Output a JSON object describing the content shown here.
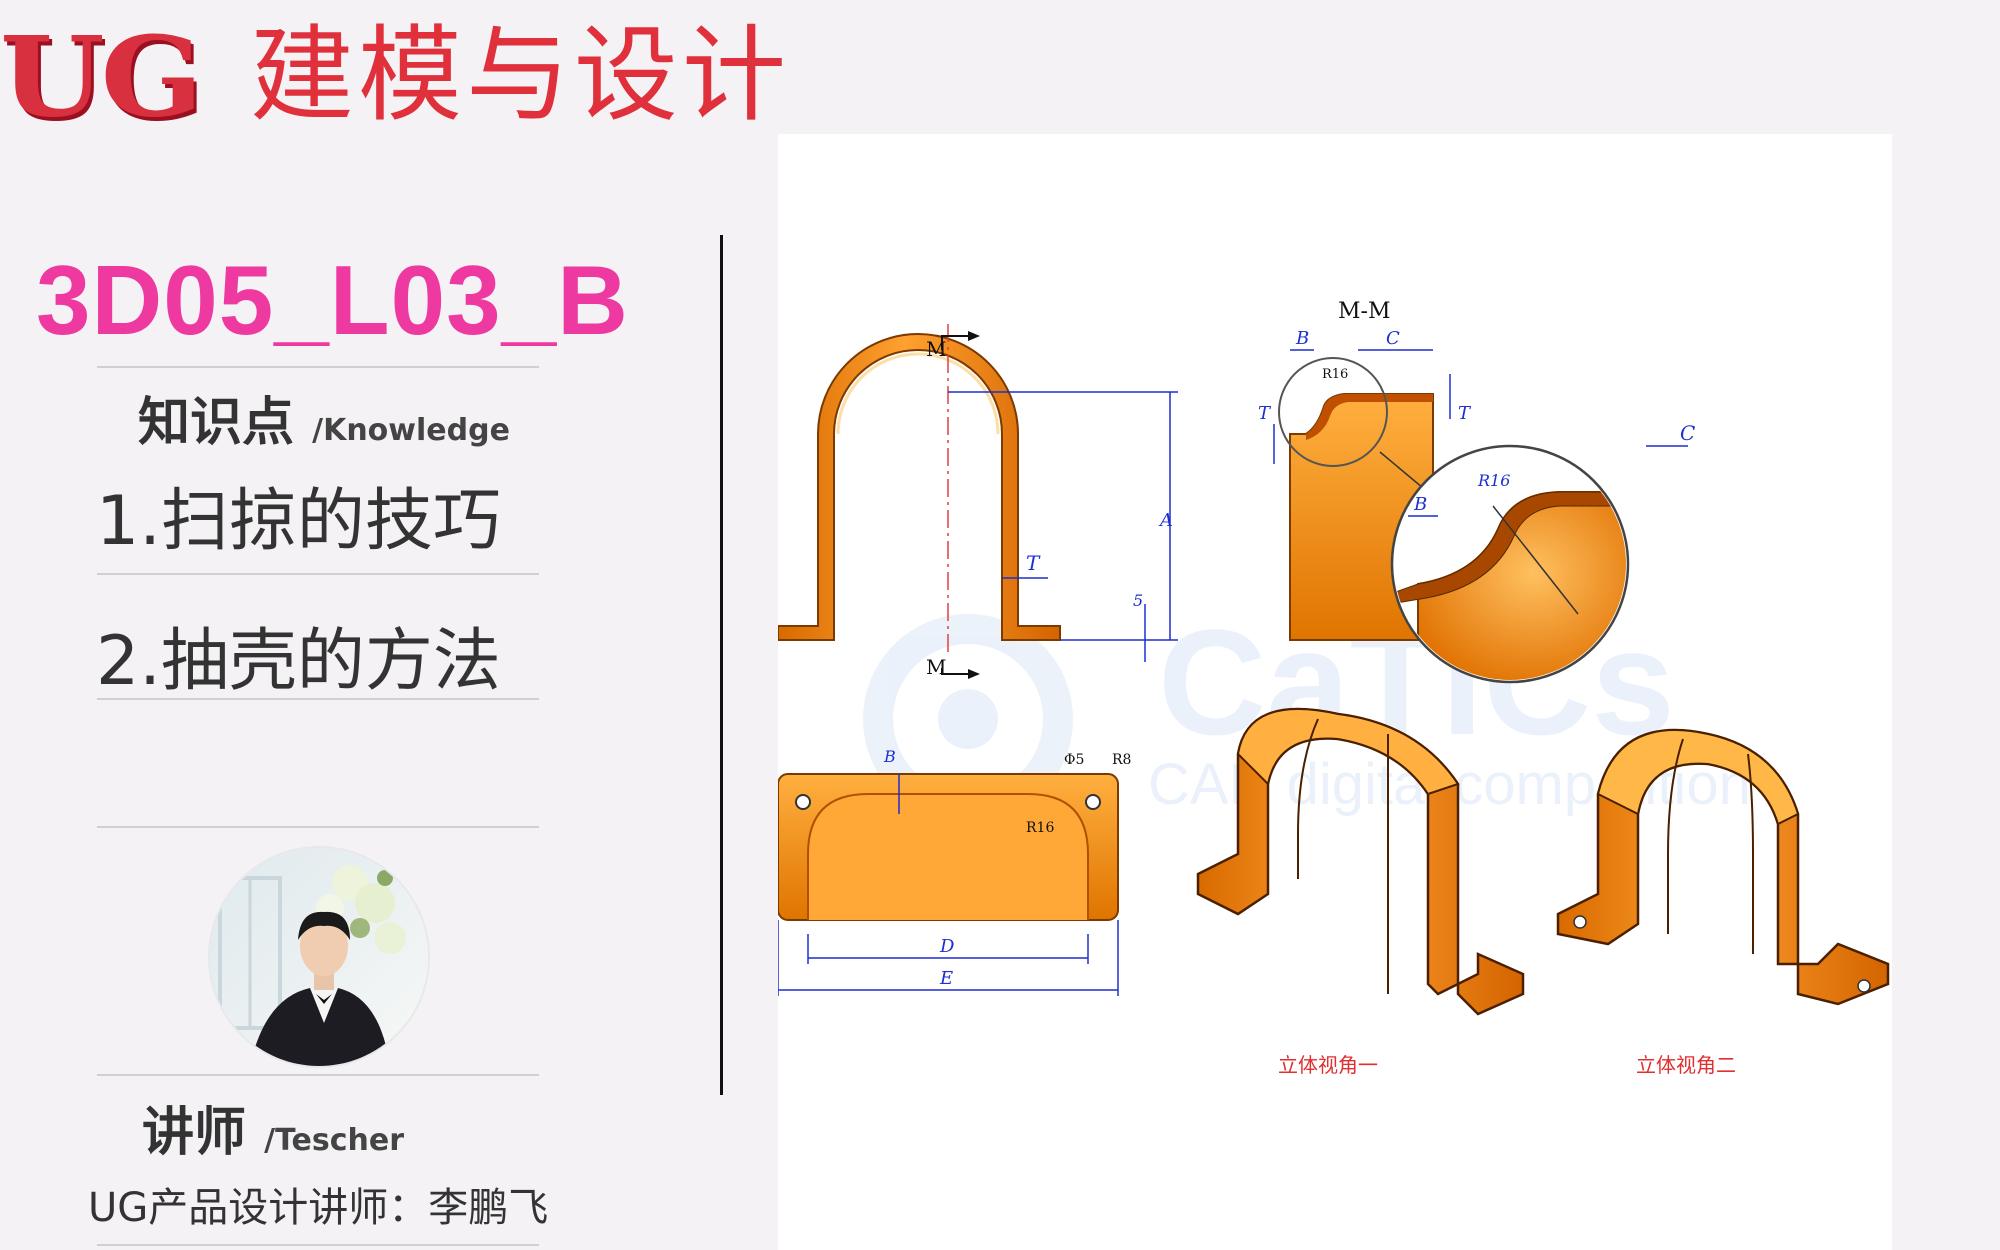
{
  "header": {
    "logo_text": "UG",
    "title": "建模与设计"
  },
  "lesson": {
    "code": "3D05_L03_B",
    "knowledge_label": "知识点",
    "knowledge_label_en": "/Knowledge",
    "points": [
      "1.扫掠的技巧",
      "2.抽壳的方法"
    ]
  },
  "instructor": {
    "label": "讲师",
    "label_en": "/Tescher",
    "info": "UG产品设计讲师：李鹏飞"
  },
  "drawing": {
    "section_top": "M",
    "section_bottom": "M",
    "section_view_title": "M-M",
    "dims": {
      "A": "A",
      "B": "B",
      "C": "C",
      "D": "D",
      "E": "E",
      "T": "T",
      "five": "5",
      "r16": "R16",
      "r8": "R8",
      "phi5": "Φ5"
    },
    "captions": [
      "立体视角一",
      "立体视角二"
    ],
    "watermark": "CaTICs",
    "watermark_sub": "CAD digital competition"
  },
  "colors": {
    "accent_pink": "#ee3aa0",
    "banner_red": "#e0303c",
    "part_orange": "#f08a10",
    "dimension_blue": "#1d2fd0"
  }
}
